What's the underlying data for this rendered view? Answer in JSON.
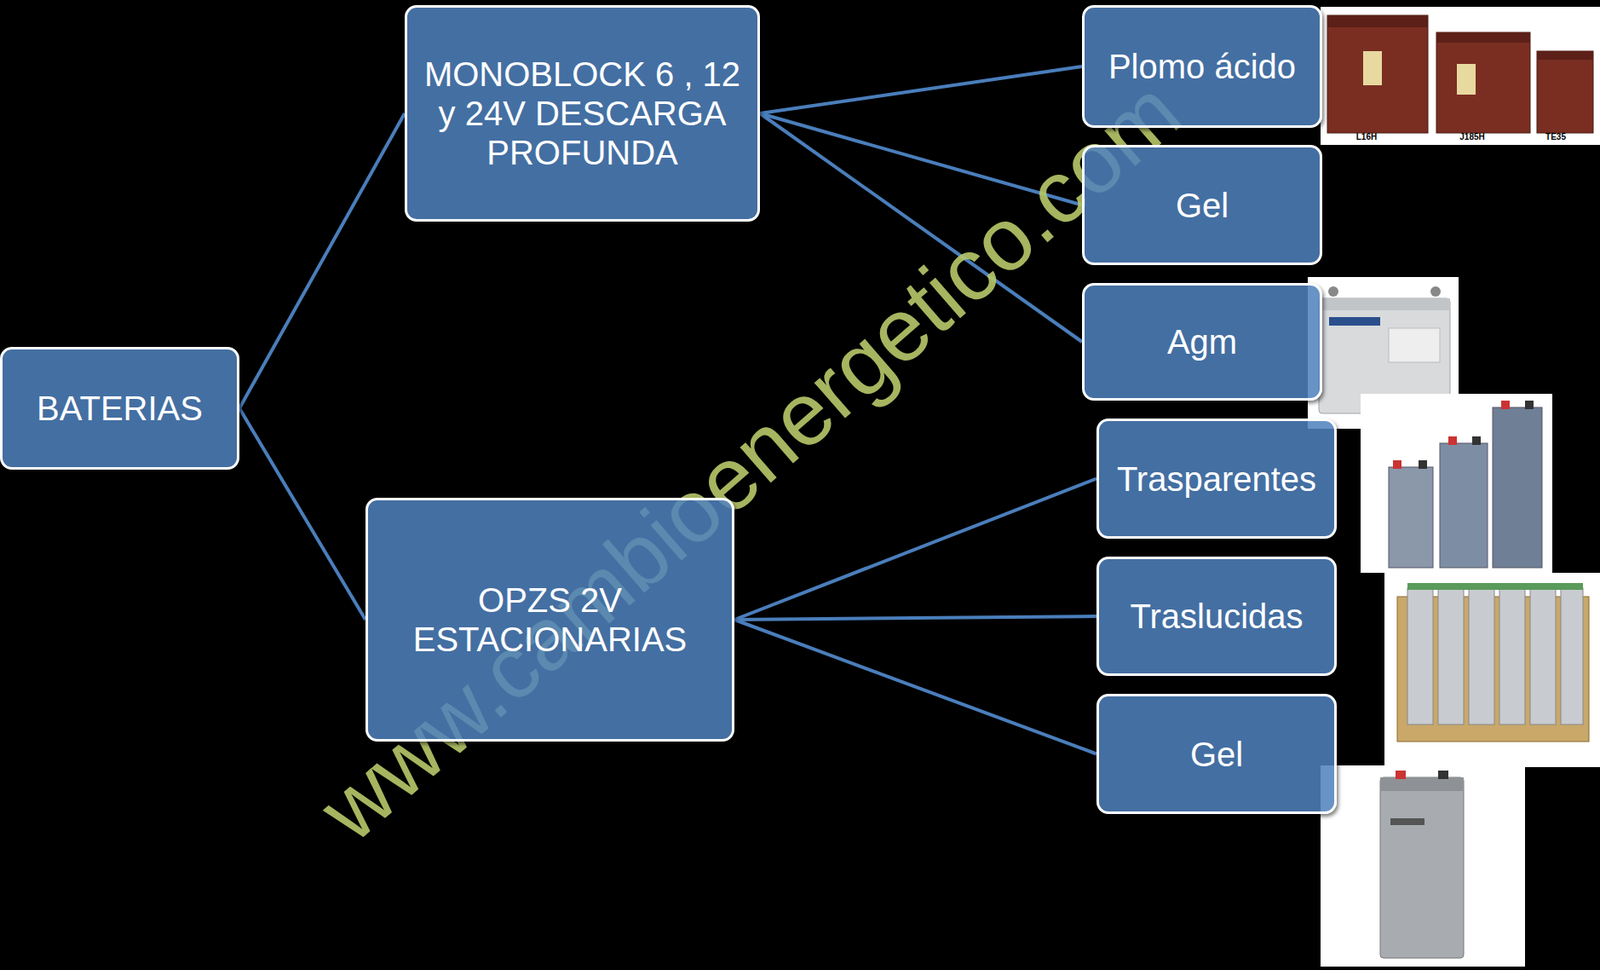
{
  "diagram": {
    "nodes": [
      {
        "text": [
          "BATERIAS"
        ]
      },
      {
        "text": [
          "MONOBLOCK 6 , 12 y 24V DESCARGA PROFUNDA"
        ]
      },
      {
        "text": [
          "OPZS 2V ESTACIONARIAS"
        ]
      },
      {
        "text": [
          "Plomo ácido"
        ]
      },
      {
        "text": [
          "Gel"
        ]
      },
      {
        "text": [
          "Agm"
        ]
      },
      {
        "text": [
          "Trasparentes"
        ]
      },
      {
        "text": [
          "Traslucidas"
        ]
      },
      {
        "text": [
          "Gel"
        ]
      }
    ],
    "edges": [
      {
        "from": 0,
        "to": 1,
        "arrow": "none"
      },
      {
        "from": 0,
        "to": 2,
        "arrow": "none"
      },
      {
        "from": 1,
        "to": 3,
        "arrow": "none"
      },
      {
        "from": 1,
        "to": 4,
        "arrow": "none"
      },
      {
        "from": 1,
        "to": 5,
        "arrow": "none"
      },
      {
        "from": 2,
        "to": 6,
        "arrow": "none"
      },
      {
        "from": 2,
        "to": 7,
        "arrow": "none"
      },
      {
        "from": 2,
        "to": 8,
        "arrow": "none"
      }
    ],
    "labels": [
      "www.cambioenergetico.com",
      "L16H",
      "J185H",
      "TE35"
    ]
  }
}
